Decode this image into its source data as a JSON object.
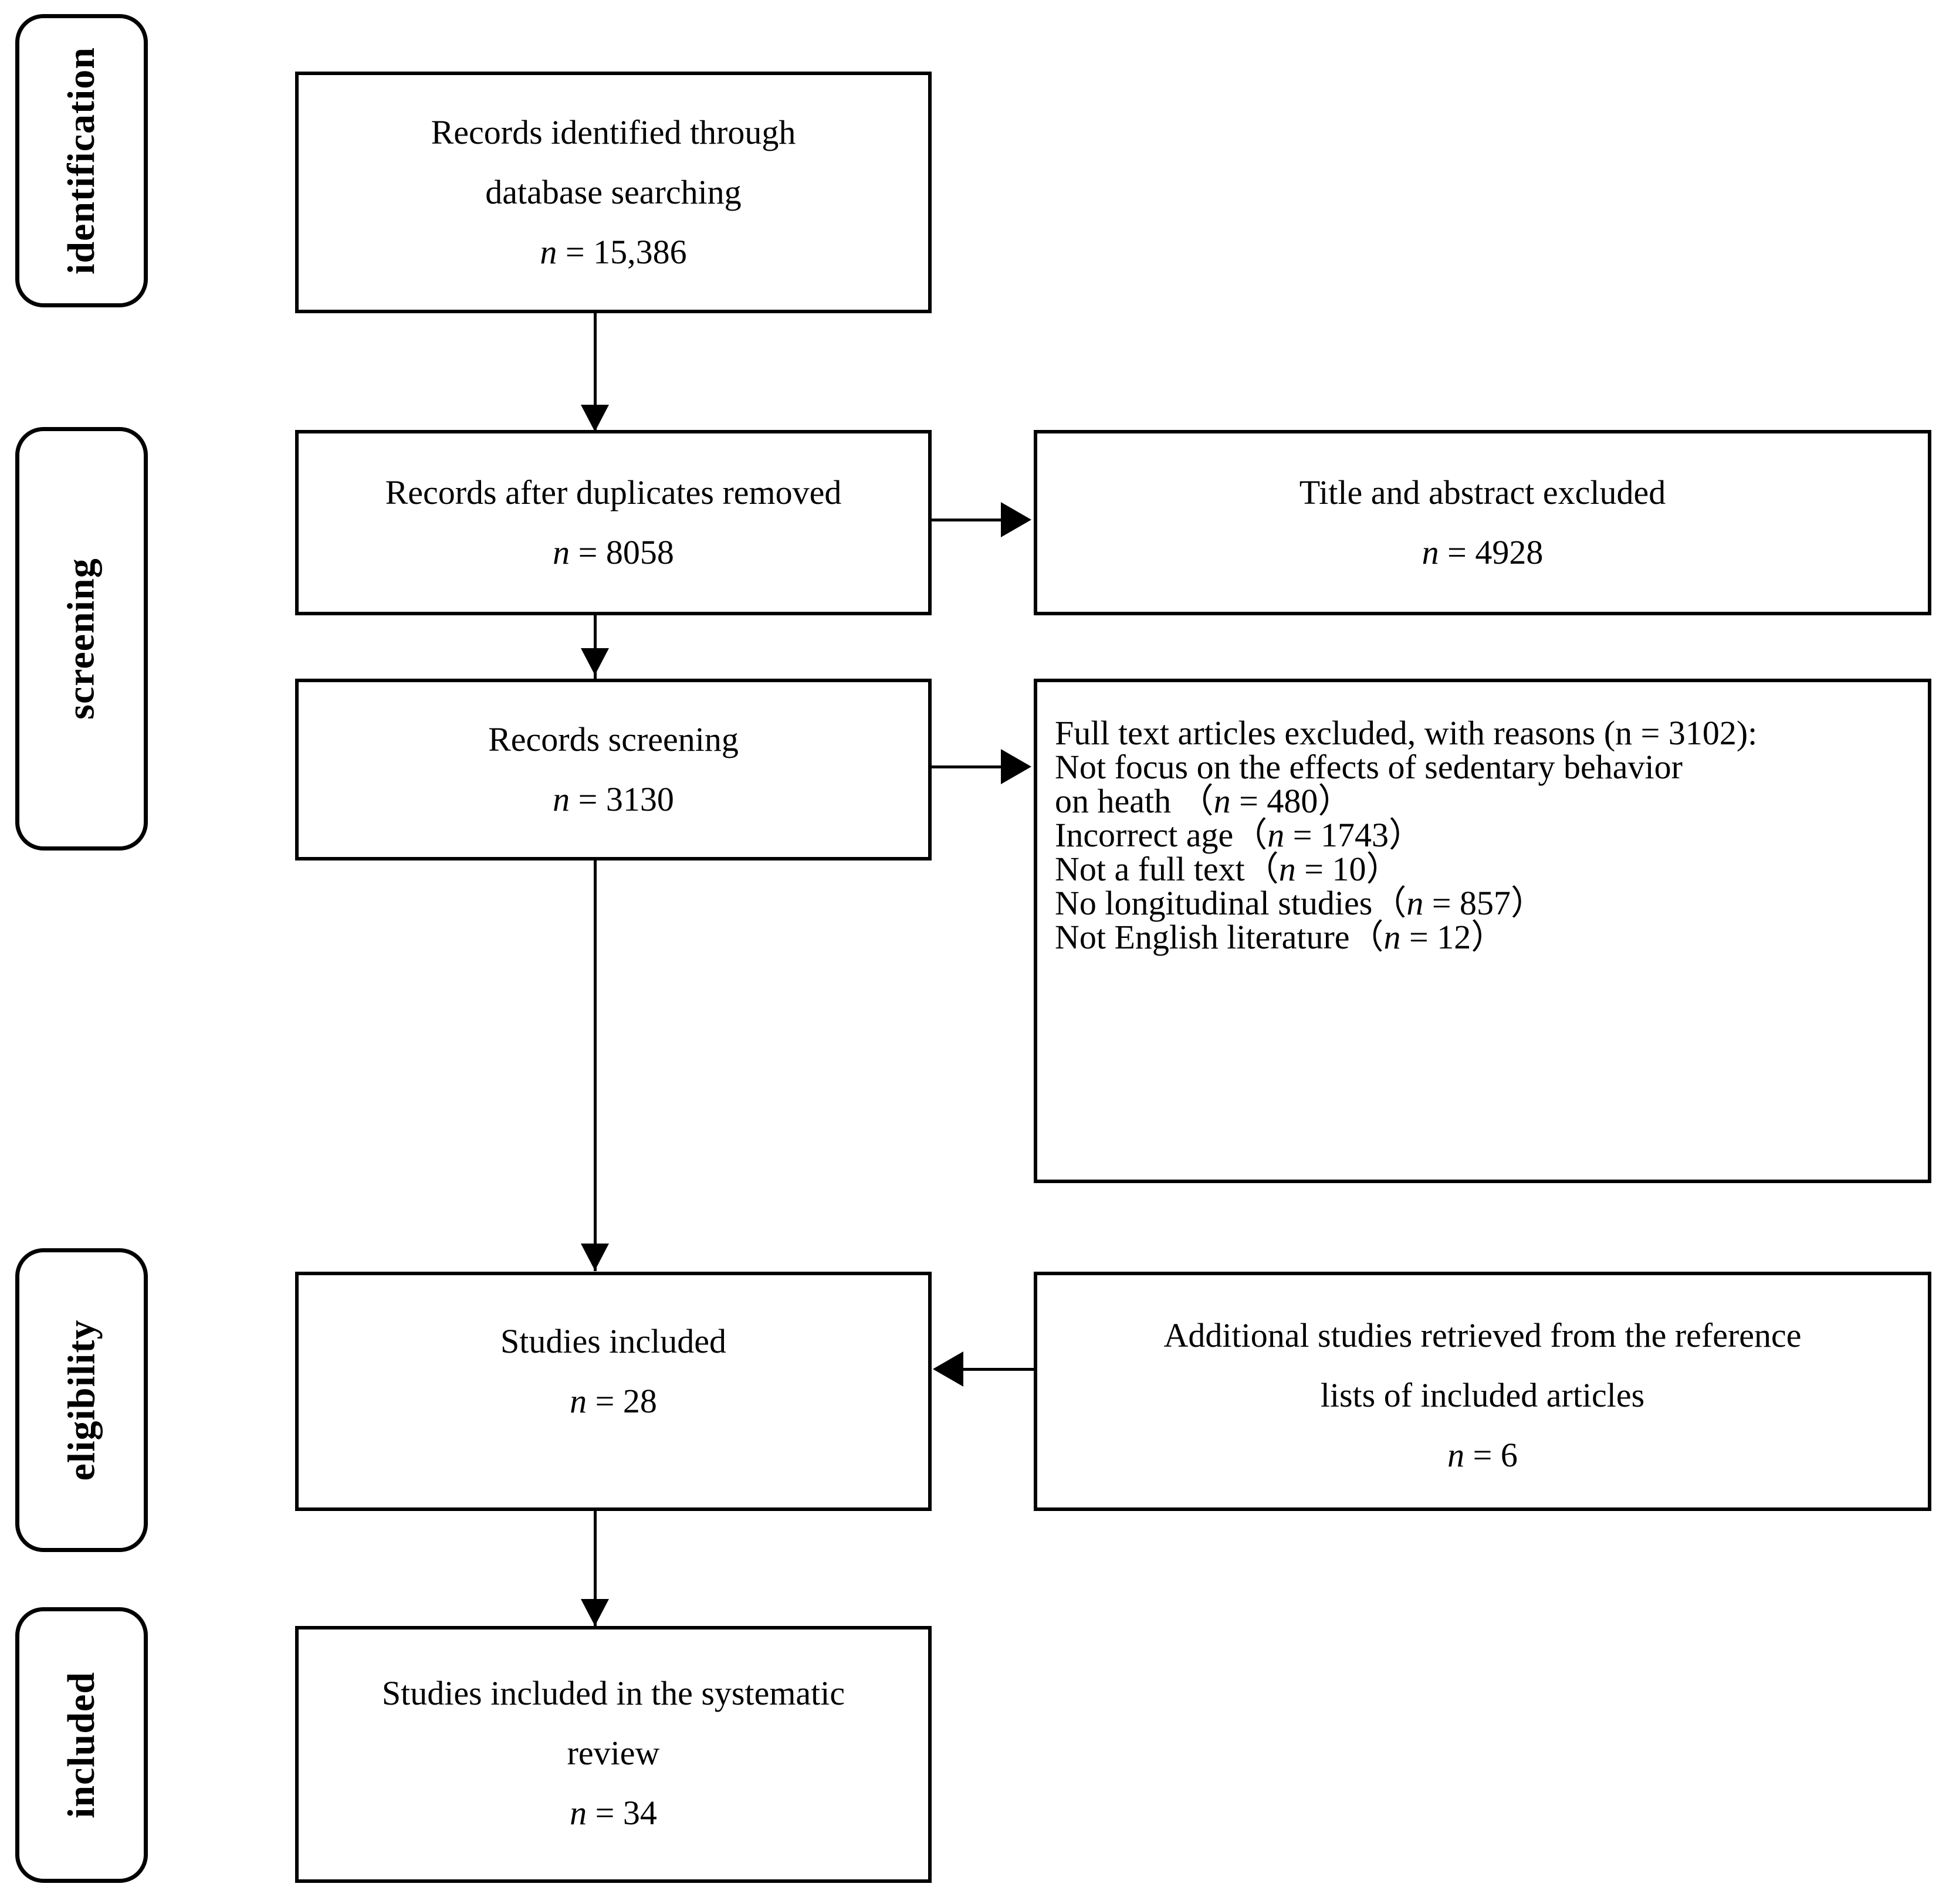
{
  "diagram": {
    "type": "prisma-flow-diagram",
    "stages": [
      {
        "key": "identification",
        "label": "identification"
      },
      {
        "key": "screening",
        "label": "screening"
      },
      {
        "key": "eligibility",
        "label": "eligibility"
      },
      {
        "key": "included",
        "label": "included"
      }
    ],
    "nodes": {
      "records_identified": {
        "lines": [
          "Records identified through",
          "database searching",
          "n = 15,386"
        ],
        "line1": "Records identified through",
        "line2": "database searching",
        "count_label": "n",
        "count_value": "= 15,386"
      },
      "records_after_duplicates": {
        "line1": "Records after duplicates removed",
        "count_label": "n",
        "count_value": "= 8058"
      },
      "title_abstract_excluded": {
        "line1": "Title and abstract excluded",
        "count_label": "n",
        "count_value": "= 4928"
      },
      "records_screening": {
        "line1": "Records screening",
        "count_label": "n",
        "count_value": "= 3130"
      },
      "full_text_excluded": {
        "header": "Full text articles excluded, with reasons (n = 3102):",
        "reasons": [
          {
            "text_before": "Not focus on the effects of sedentary behavior",
            "text_after": "",
            "n": ""
          },
          {
            "text_before": "on heath  （",
            "n_label": "n",
            "n_value": "= 480",
            "text_after": "）"
          },
          {
            "text_before": "Incorrect age（",
            "n_label": "n",
            "n_value": "= 1743",
            "text_after": "）"
          },
          {
            "text_before": "Not a full text（",
            "n_label": "n",
            "n_value": "= 10",
            "text_after": "）"
          },
          {
            "text_before": "No longitudinal studies（",
            "n_label": "n",
            "n_value": "= 857",
            "text_after": "）"
          },
          {
            "text_before": "Not English literature（",
            "n_label": "n",
            "n_value": "= 12",
            "text_after": "）"
          }
        ]
      },
      "studies_included": {
        "line1": "Studies included",
        "count_label": "n",
        "count_value": "= 28"
      },
      "additional_studies": {
        "line1": "Additional studies retrieved from the reference",
        "line2": "lists of included articles",
        "count_label": "n",
        "count_value": "= 6"
      },
      "studies_included_systematic": {
        "line1": "Studies included in the systematic",
        "line2": "review",
        "count_label": "n",
        "count_value": "= 34"
      }
    },
    "colors": {
      "stroke": "#000000",
      "background": "#ffffff",
      "text": "#000000"
    }
  }
}
